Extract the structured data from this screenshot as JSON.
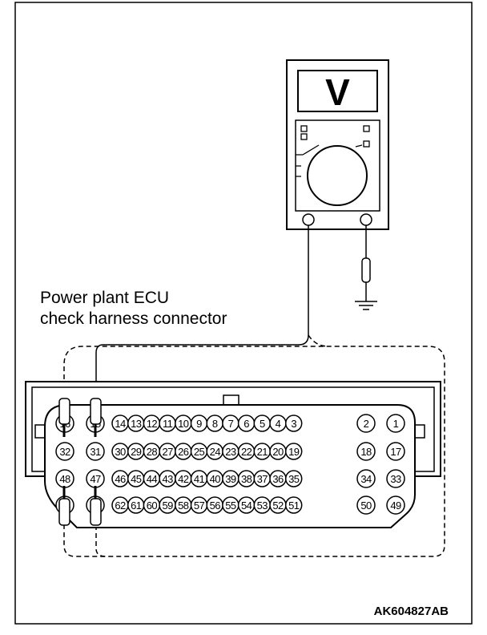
{
  "meter": {
    "display_symbol": "V"
  },
  "caption": {
    "line1": "Power plant ECU",
    "line2": "check harness connector"
  },
  "reference_code": "AK604827AB",
  "connector": {
    "rows": [
      [
        "16",
        "15",
        "14",
        "13",
        "12",
        "11",
        "10",
        "9",
        "8",
        "7",
        "6",
        "5",
        "4",
        "3",
        "2",
        "1"
      ],
      [
        "32",
        "31",
        "30",
        "29",
        "28",
        "27",
        "26",
        "25",
        "24",
        "23",
        "22",
        "21",
        "20",
        "19",
        "18",
        "17"
      ],
      [
        "48",
        "47",
        "46",
        "45",
        "44",
        "43",
        "42",
        "41",
        "40",
        "39",
        "38",
        "37",
        "36",
        "35",
        "34",
        "33"
      ],
      [
        "64",
        "63",
        "62",
        "61",
        "60",
        "59",
        "58",
        "57",
        "56",
        "55",
        "54",
        "53",
        "52",
        "51",
        "50",
        "49"
      ]
    ]
  }
}
